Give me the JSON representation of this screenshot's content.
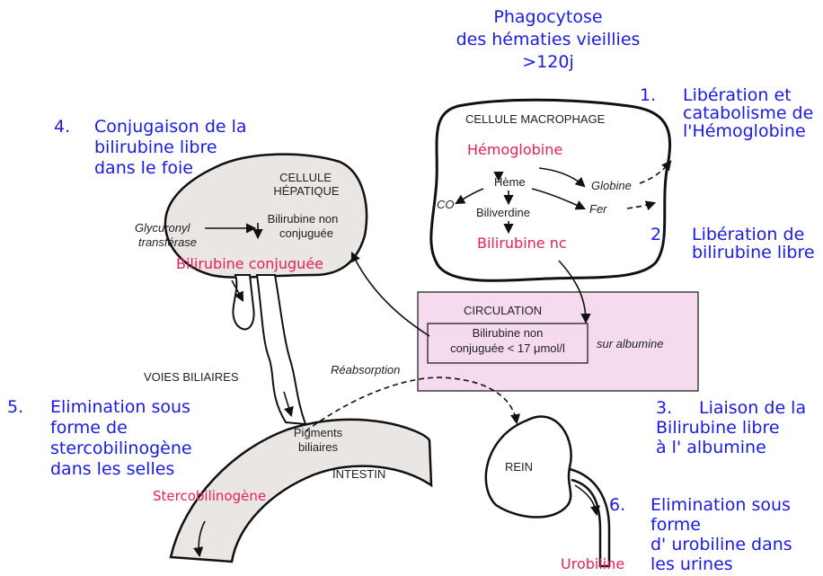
{
  "header": {
    "line1": "Phagocytose",
    "line2": "des hématies vieillies",
    "line3": ">120j"
  },
  "steps": {
    "s1": {
      "num": "1.",
      "l1": "Libération et",
      "l2": "catabolisme de",
      "l3": "l'Hémoglobine"
    },
    "s2": {
      "num": "2.",
      "l1": "Libération de",
      "l2": "bilirubine libre"
    },
    "s3": {
      "num": "3.",
      "l1": "Liaison de la",
      "l2": "Bilirubine libre",
      "l3": "à l' albumine"
    },
    "s4": {
      "num": "4.",
      "l1": "Conjugaison de la",
      "l2": "bilirubine libre",
      "l3": "dans le foie"
    },
    "s5": {
      "num": "5.",
      "l1": "Elimination sous",
      "l2": "forme de",
      "l3": "stercobilinogène",
      "l4": "dans les selles"
    },
    "s6": {
      "num": "6.",
      "l1": "Elimination sous",
      "l2": "forme",
      "l3": "d' urobiline dans",
      "l4": "les urines"
    }
  },
  "macrophage": {
    "title": "CELLULE MACROPHAGE",
    "hemoglobine": "Hémoglobine",
    "heme": "Hème",
    "globine": "Globine",
    "co": "CO",
    "biliverdine": "Biliverdine",
    "fer": "Fer",
    "bilirubine_nc": "Bilirubine nc"
  },
  "liver": {
    "title1": "CELLULE",
    "title2": "HÉPATIQUE",
    "bili_nc1": "Bilirubine non",
    "bili_nc2": "conjuguée",
    "enzyme1": "Glycuronyl",
    "enzyme2": "transférase",
    "bili_conj": "Bilirubine conjuguée"
  },
  "circulation": {
    "title": "CIRCULATION",
    "box1": "Bilirubine non",
    "box2": "conjuguée < 17  μmol/l",
    "albumine": "sur albumine"
  },
  "labels": {
    "voies": "VOIES BILIAIRES",
    "reabsorption": "Réabsorption",
    "pigments1": "Pigments",
    "pigments2": "biliaires",
    "intestin": "INTESTIN",
    "stercobilinogene": "Stercobilinogène",
    "rein": "REIN",
    "urobiline": "Urobiline"
  },
  "colors": {
    "blue_text": "#1a1ae6",
    "pink_text": "#e8205a",
    "circulation_fill": "#f6dbef",
    "organ_fill": "#e9e6e4"
  }
}
